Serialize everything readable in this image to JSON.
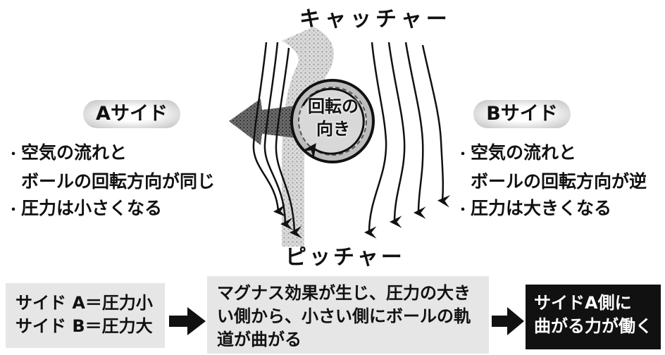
{
  "diagram": {
    "catcher_label": "キャッチャー",
    "pitcher_label": "ピッチャー",
    "rotation_label": [
      "回転の",
      "向き"
    ],
    "side_a": {
      "label": "Aサイド",
      "notes": [
        "空気の流れと\nボールの回転方向が同じ",
        "圧力は小さくなる"
      ]
    },
    "side_b": {
      "label": "Bサイド",
      "notes": [
        "空気の流れと\nボールの回転方向が逆",
        "圧力は大きくなる"
      ]
    }
  },
  "flow": {
    "step1": [
      "サイド A＝圧力小",
      "サイド B＝圧力大"
    ],
    "step2": "マグナス効果が生じ、圧力の大きい側から、小さい側にボールの軌道が曲がる",
    "step3": [
      "サイドA側に",
      "曲がる力が働く"
    ]
  }
}
